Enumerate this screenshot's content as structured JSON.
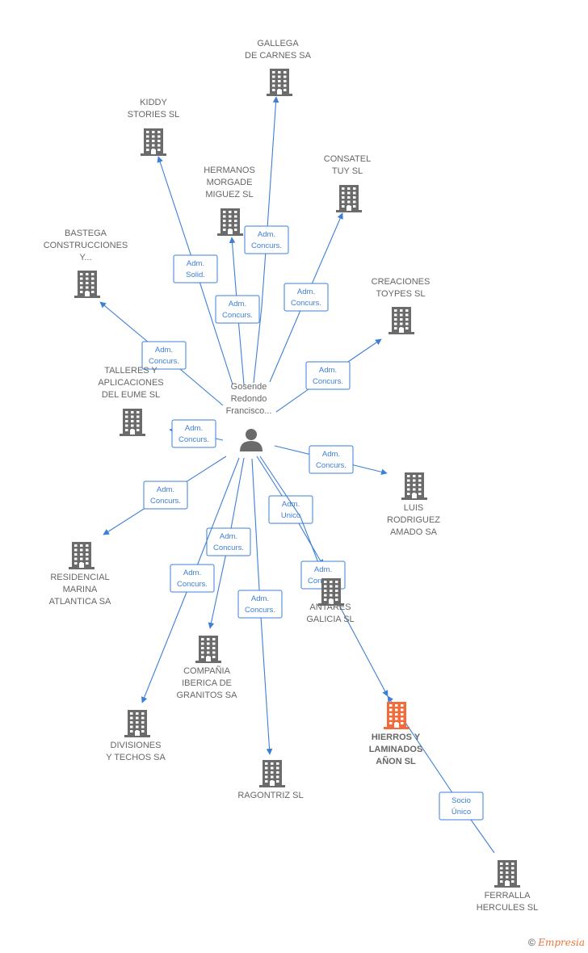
{
  "center": {
    "label": [
      "Gosende",
      "Redondo",
      "Francisco..."
    ]
  },
  "nodes": [
    {
      "id": "gallega",
      "label": [
        "GALLEGA",
        "DE CARNES SA"
      ],
      "highlight": false
    },
    {
      "id": "kiddy",
      "label": [
        "KIDDY",
        "STORIES SL"
      ],
      "highlight": false
    },
    {
      "id": "hermanos",
      "label": [
        "HERMANOS",
        "MORGADE",
        "MIGUEZ SL"
      ],
      "highlight": false
    },
    {
      "id": "consatel",
      "label": [
        "CONSATEL",
        "TUY  SL"
      ],
      "highlight": false
    },
    {
      "id": "bastega",
      "label": [
        "BASTEGA",
        "CONSTRUCCIONES",
        "Y..."
      ],
      "highlight": false
    },
    {
      "id": "creaciones",
      "label": [
        "CREACIONES",
        "TOYPES SL"
      ],
      "highlight": false
    },
    {
      "id": "talleres",
      "label": [
        "TALLERES Y",
        "APLICACIONES",
        "DEL EUME SL"
      ],
      "highlight": false
    },
    {
      "id": "luis",
      "label": [
        "LUIS",
        "RODRIGUEZ",
        "AMADO SA"
      ],
      "highlight": false
    },
    {
      "id": "residencial",
      "label": [
        "RESIDENCIAL",
        "MARINA",
        "ATLANTICA SA"
      ],
      "highlight": false
    },
    {
      "id": "antares",
      "label": [
        "ANTARES",
        "GALICIA SL"
      ],
      "highlight": false
    },
    {
      "id": "compania",
      "label": [
        "COMPAÑIA",
        "IBERICA DE",
        "GRANITOS SA"
      ],
      "highlight": false
    },
    {
      "id": "divisiones",
      "label": [
        "DIVISIONES",
        "Y TECHOS SA"
      ],
      "highlight": false
    },
    {
      "id": "hierros",
      "label": [
        "HIERROS Y",
        "LAMINADOS",
        "AÑON SL"
      ],
      "highlight": true
    },
    {
      "id": "ragontriz",
      "label": [
        "RAGONTRIZ SL"
      ],
      "highlight": false
    },
    {
      "id": "ferralla",
      "label": [
        "FERRALLA",
        "HERCULES SL"
      ],
      "highlight": false
    }
  ],
  "edges": [
    {
      "to": "gallega",
      "label": [
        "Adm.",
        "Concurs."
      ]
    },
    {
      "to": "kiddy",
      "label": [
        "Adm.",
        "Solid."
      ]
    },
    {
      "to": "hermanos",
      "label": [
        "Adm.",
        "Concurs."
      ]
    },
    {
      "to": "consatel",
      "label": [
        "Adm.",
        "Concurs."
      ]
    },
    {
      "to": "bastega",
      "label": [
        "Adm.",
        "Concurs."
      ]
    },
    {
      "to": "creaciones",
      "label": [
        "Adm.",
        "Concurs."
      ]
    },
    {
      "to": "talleres",
      "label": [
        "Adm.",
        "Concurs."
      ]
    },
    {
      "to": "luis",
      "label": [
        "Adm.",
        "Concurs."
      ]
    },
    {
      "to": "residencial",
      "label": [
        "Adm.",
        "Concurs."
      ]
    },
    {
      "to": "antares",
      "label": [
        "Adm.",
        "Unico"
      ]
    },
    {
      "to": "compania",
      "label": [
        "Adm.",
        "Concurs."
      ]
    },
    {
      "to": "divisiones",
      "label": [
        "Adm.",
        "Concurs."
      ]
    },
    {
      "to": "hierros",
      "label": [
        "Adm.",
        "Concurs."
      ]
    },
    {
      "to": "ragontriz",
      "label": [
        "Adm.",
        "Concurs."
      ]
    },
    {
      "from": "ferralla",
      "to": "hierros",
      "label": [
        "Socio",
        "Único"
      ]
    }
  ],
  "footer": {
    "copyright": "©",
    "brand": "Empresia"
  },
  "colors": {
    "edge": "#3d7fd6",
    "building": "#6b6b6b",
    "highlight": "#f26b3a"
  }
}
